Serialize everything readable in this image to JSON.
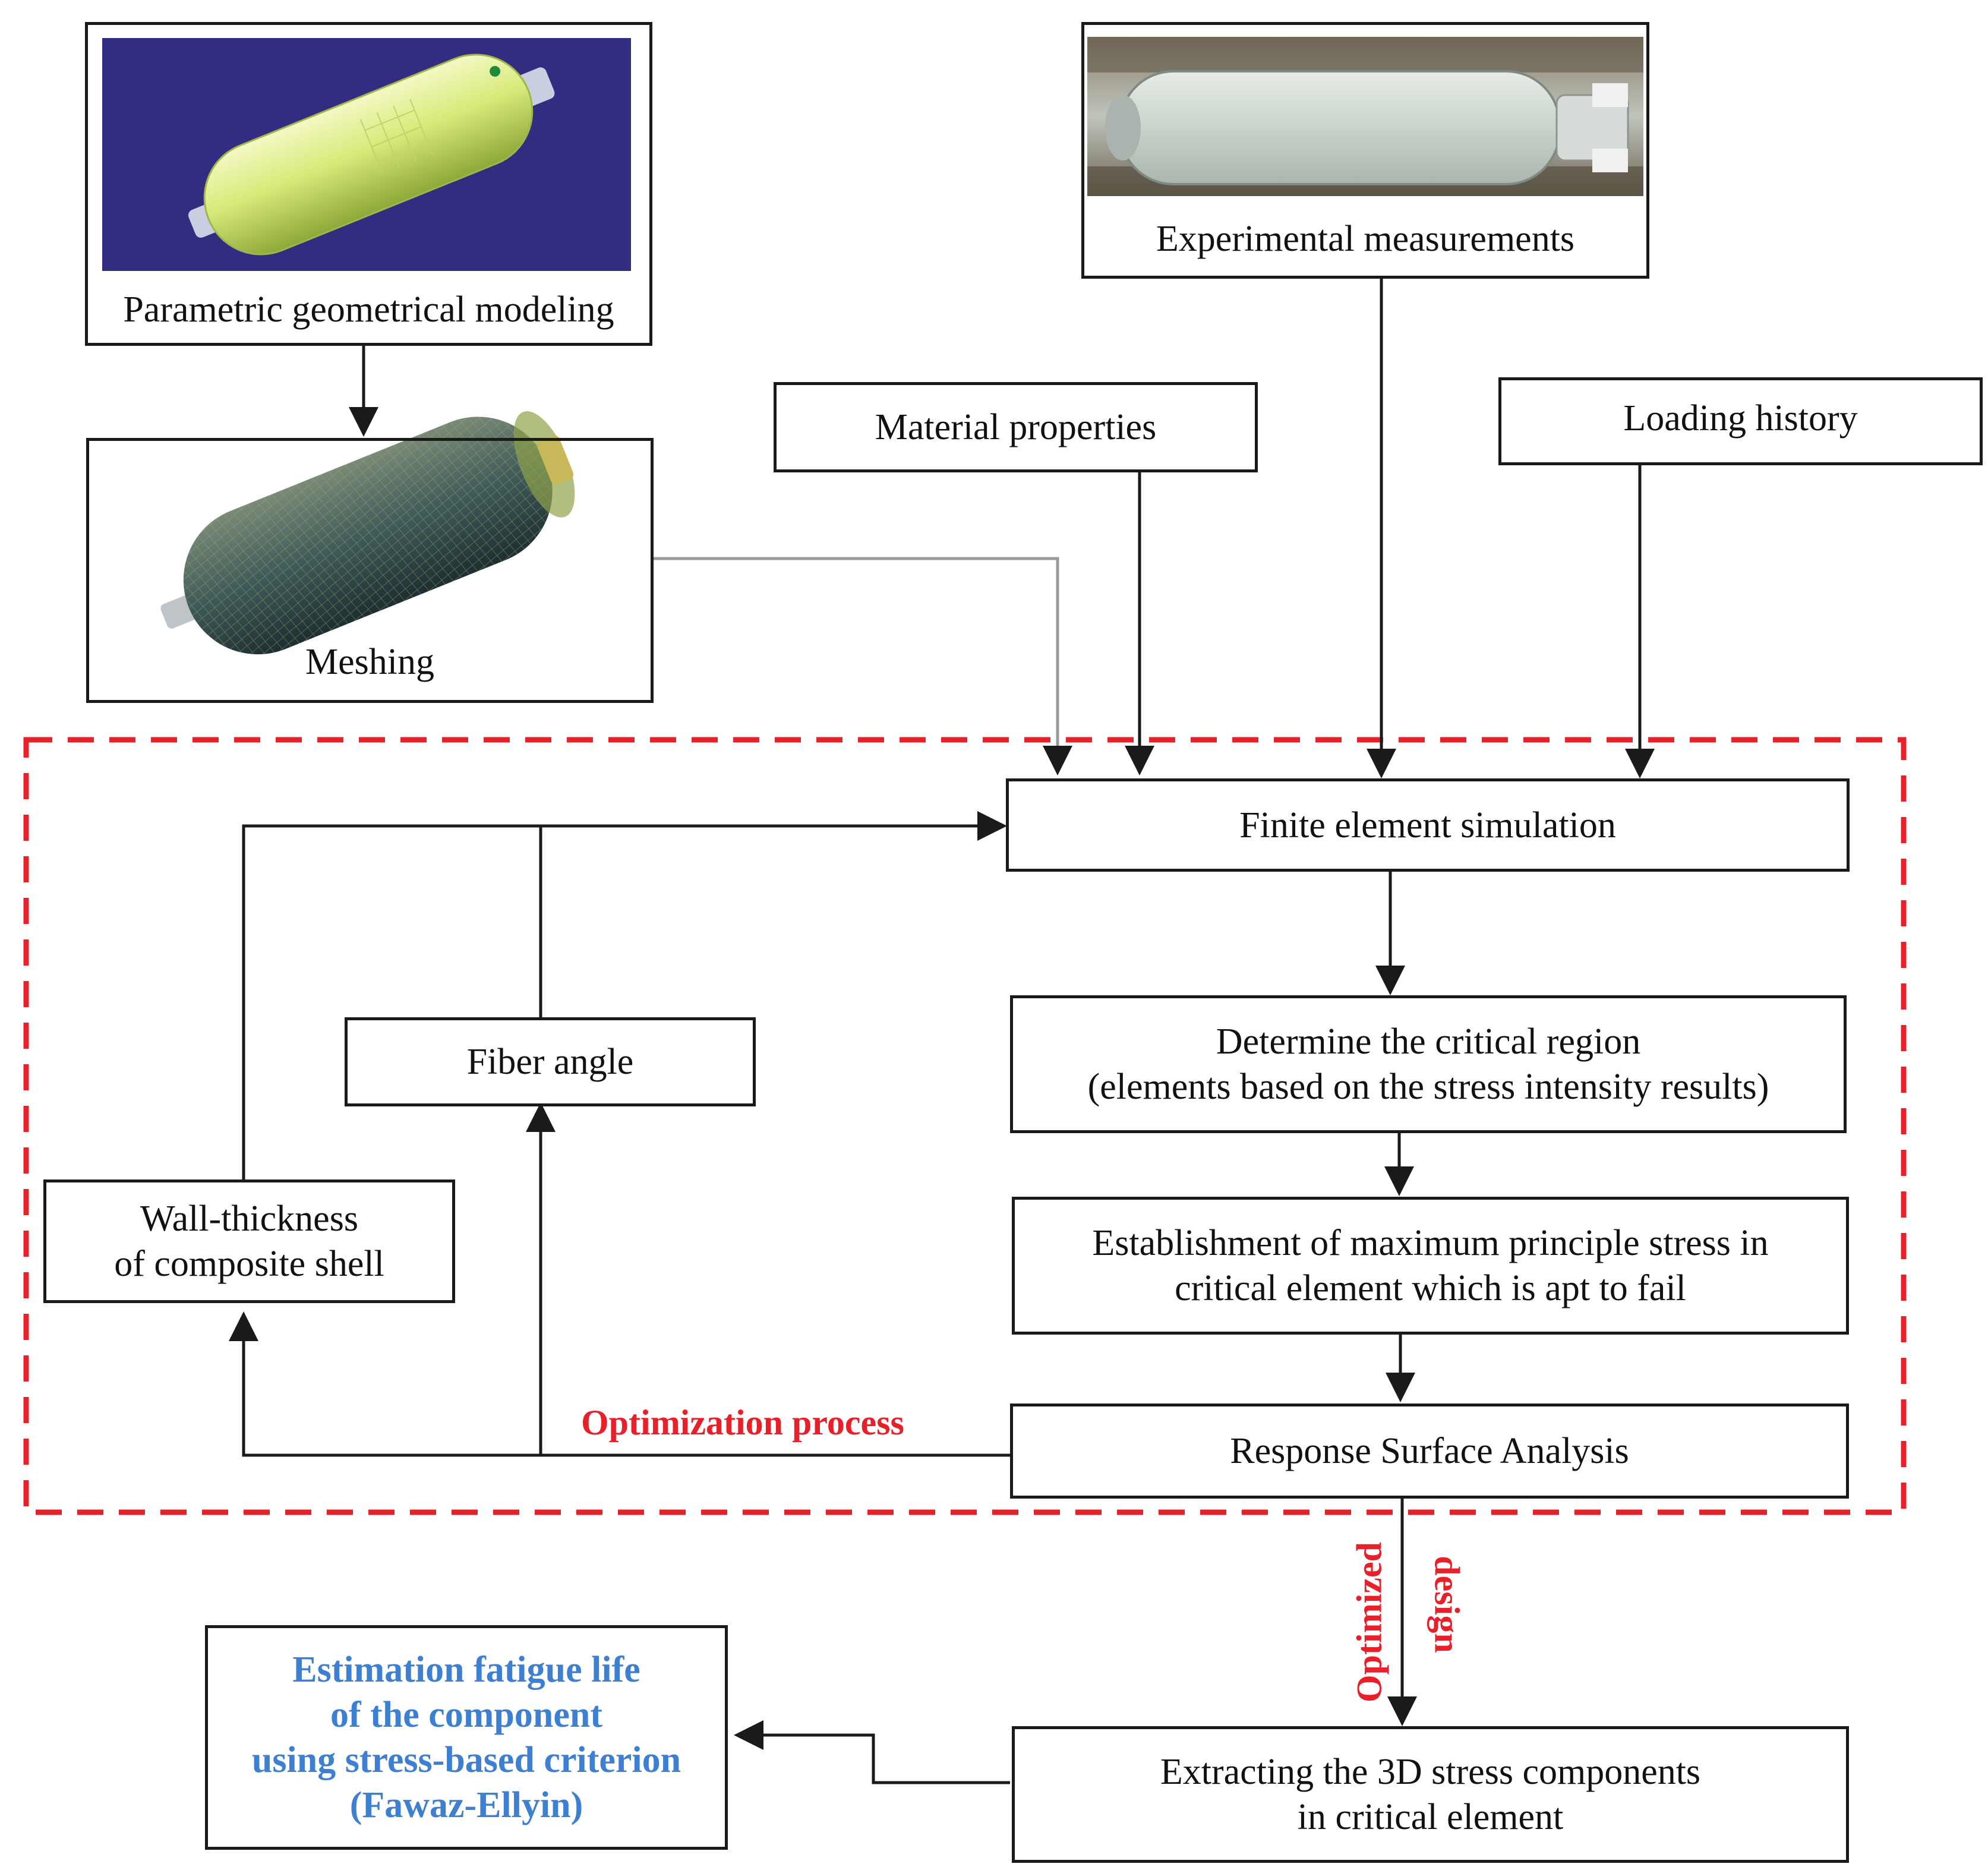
{
  "colors": {
    "dashed_frame": "#e8202a",
    "red_label": "#e8202a",
    "blue_label": "#3d7fd0",
    "cad_background": "#2e2a78"
  },
  "nodes": {
    "parametric": {
      "label": "Parametric geometrical modeling",
      "image_icon": "cylinder-cad-model-icon"
    },
    "meshing": {
      "label": "Meshing",
      "image_icon": "meshed-cylinder-icon"
    },
    "experimental": {
      "label": "Experimental measurements",
      "image_icon": "pressure-vessel-photo-icon"
    },
    "material": {
      "label": "Material properties"
    },
    "loading": {
      "label": "Loading history"
    },
    "fe_sim": {
      "label": "Finite element simulation"
    },
    "critical": {
      "line1": "Determine the critical region",
      "line2": "(elements based on the stress intensity results)"
    },
    "establish": {
      "line1": "Establishment of maximum principle stress in",
      "line2": "critical element which is apt to fail"
    },
    "rsa": {
      "label": "Response Surface Analysis"
    },
    "fiber": {
      "label": "Fiber angle"
    },
    "wall": {
      "line1": "Wall-thickness",
      "line2": "of composite shell"
    },
    "extract": {
      "line1": "Extracting the 3D stress components",
      "line2": "in critical element"
    },
    "fatigue": {
      "line1": "Estimation fatigue life",
      "line2": "of the component",
      "line3": "using stress-based criterion",
      "line4": "(Fawaz-Ellyin)"
    }
  },
  "labels": {
    "optimization_process": "Optimization process",
    "optimized": "Optimized",
    "design": "design"
  }
}
